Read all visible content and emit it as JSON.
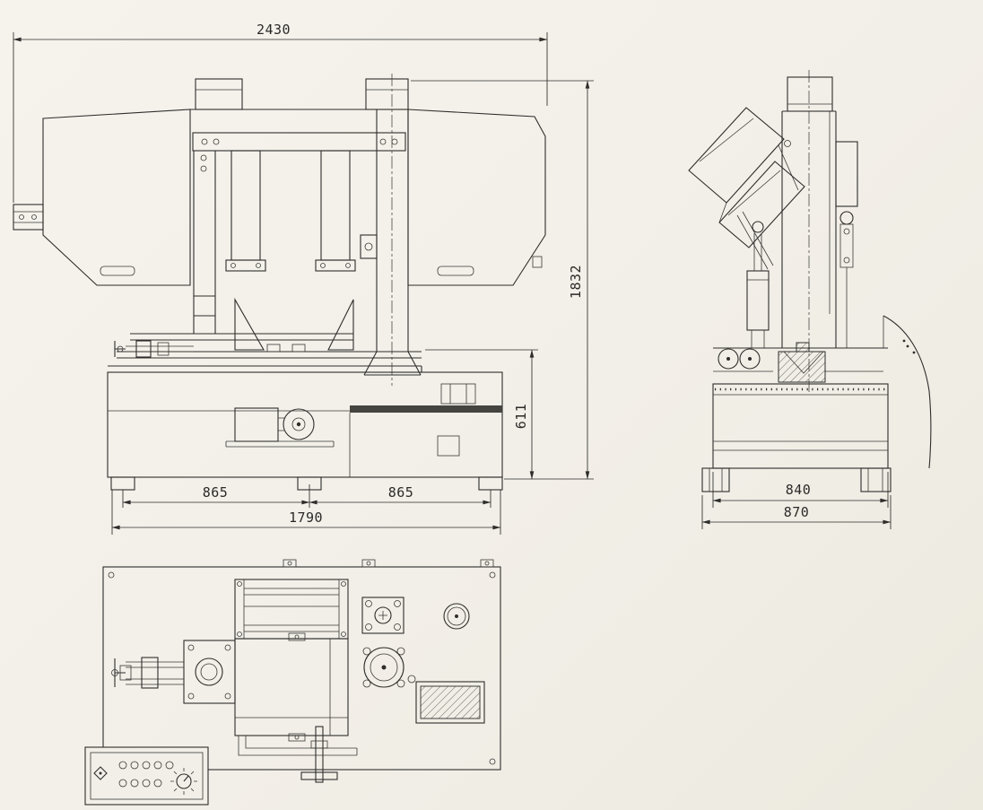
{
  "drawing": {
    "colors": {
      "line": "#2e2d2b",
      "paper": "#f2efe8"
    },
    "front_view": {
      "dim_overall_width": "2430",
      "dim_overall_height": "1832",
      "dim_table_height": "611",
      "dim_base_left": "865",
      "dim_base_right": "865",
      "dim_base_overall": "1790"
    },
    "side_view": {
      "dim_base_width": "840",
      "dim_feet_width": "870"
    }
  }
}
